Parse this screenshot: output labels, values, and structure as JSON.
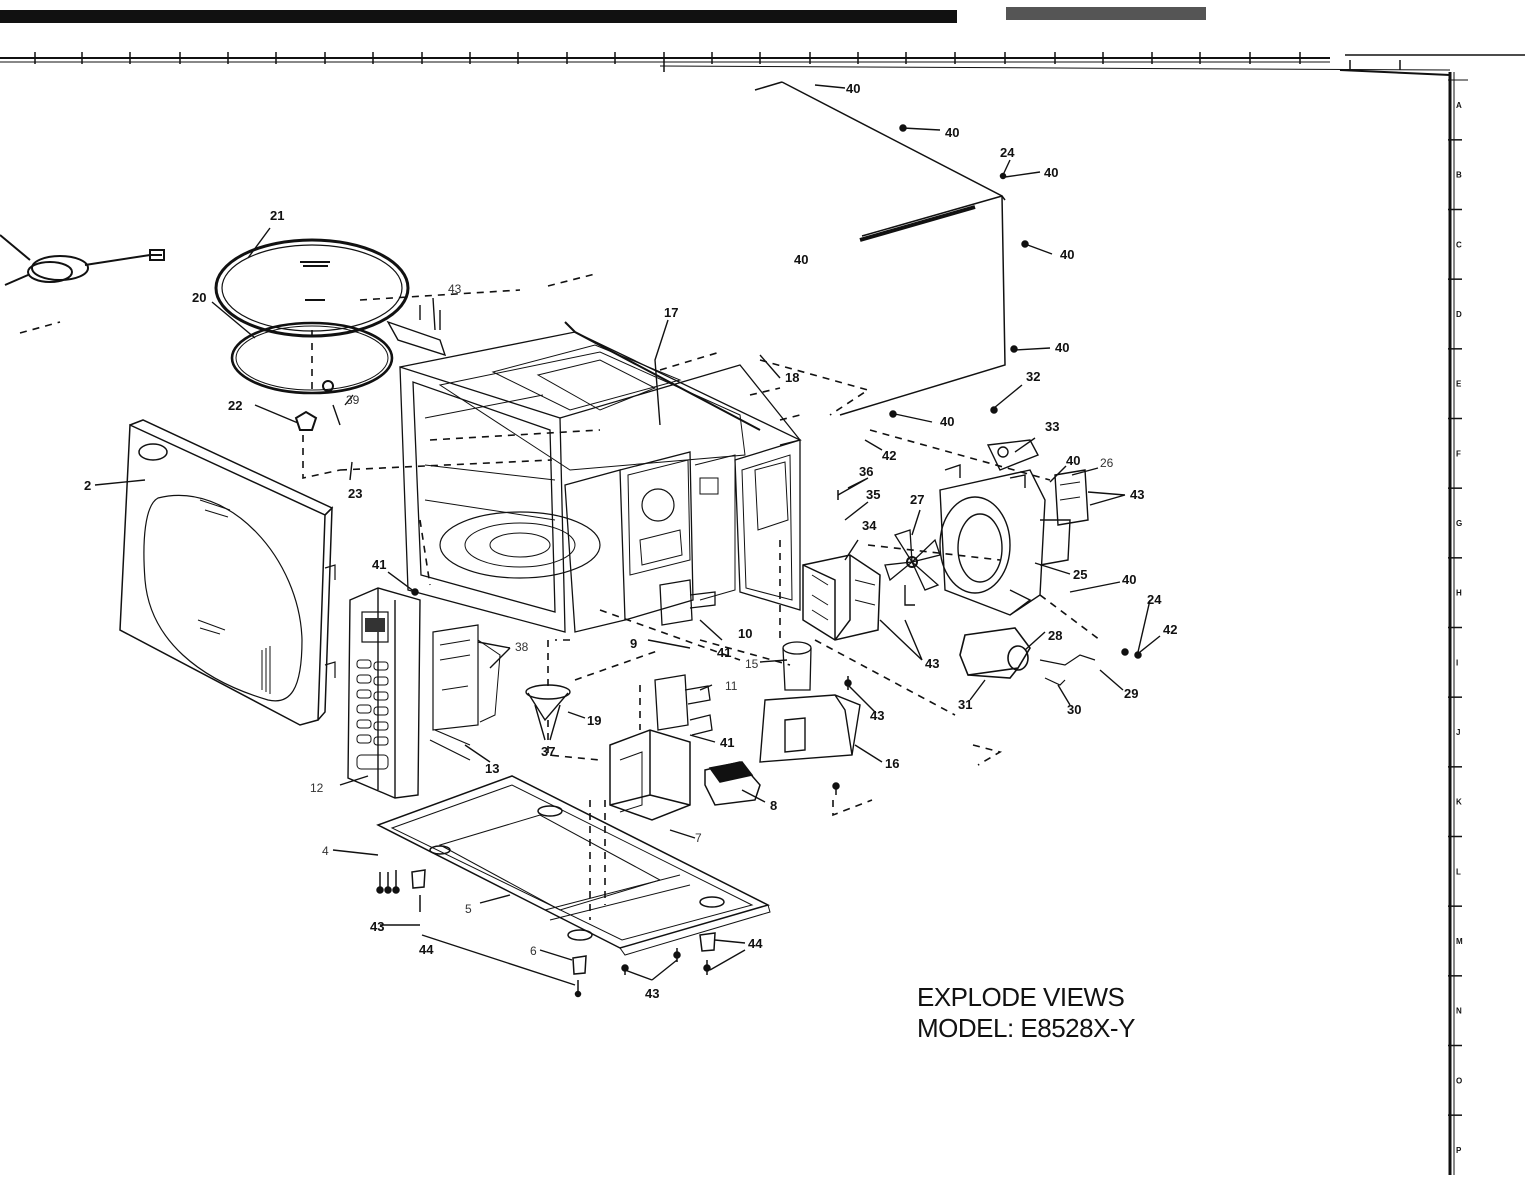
{
  "caption": {
    "line1": "EXPLODE VIEWS",
    "line2": "MODEL: E8528X-Y"
  },
  "ruler_letters": [
    "A",
    "B",
    "C",
    "D",
    "E",
    "F",
    "G",
    "H",
    "I",
    "J",
    "K",
    "L",
    "M",
    "N",
    "O",
    "P"
  ],
  "part_labels": {
    "p2": "2",
    "p4": "4",
    "p5": "5",
    "p6": "6",
    "p7": "7",
    "p8": "8",
    "p9": "9",
    "p10": "10",
    "p11": "11",
    "p12": "12",
    "p13": "13",
    "p15": "15",
    "p16": "16",
    "p17": "17",
    "p18": "18",
    "p19": "19",
    "p20": "20",
    "p21": "21",
    "p22": "22",
    "p23": "23",
    "p24a": "24",
    "p24b": "24",
    "p25": "25",
    "p26": "26",
    "p27": "27",
    "p28": "28",
    "p29": "29",
    "p30": "30",
    "p31": "31",
    "p32": "32",
    "p33": "33",
    "p34": "34",
    "p35": "35",
    "p36": "36",
    "p37": "37",
    "p38": "38",
    "p39": "39",
    "p40a": "40",
    "p40b": "40",
    "p40c": "40",
    "p40d": "40",
    "p40e": "40",
    "p40f": "40",
    "p40g": "40",
    "p40h": "40",
    "p40i": "40",
    "p41a": "41",
    "p41b": "41",
    "p41c": "41",
    "p42a": "42",
    "p42b": "42",
    "p43a": "43",
    "p43b": "43",
    "p43c": "43",
    "p43d": "43",
    "p43e": "43",
    "p43f": "43",
    "p44a": "44",
    "p44b": "44"
  },
  "colors": {
    "ink": "#111111",
    "bar_gray": "#555555",
    "paper": "#ffffff"
  }
}
